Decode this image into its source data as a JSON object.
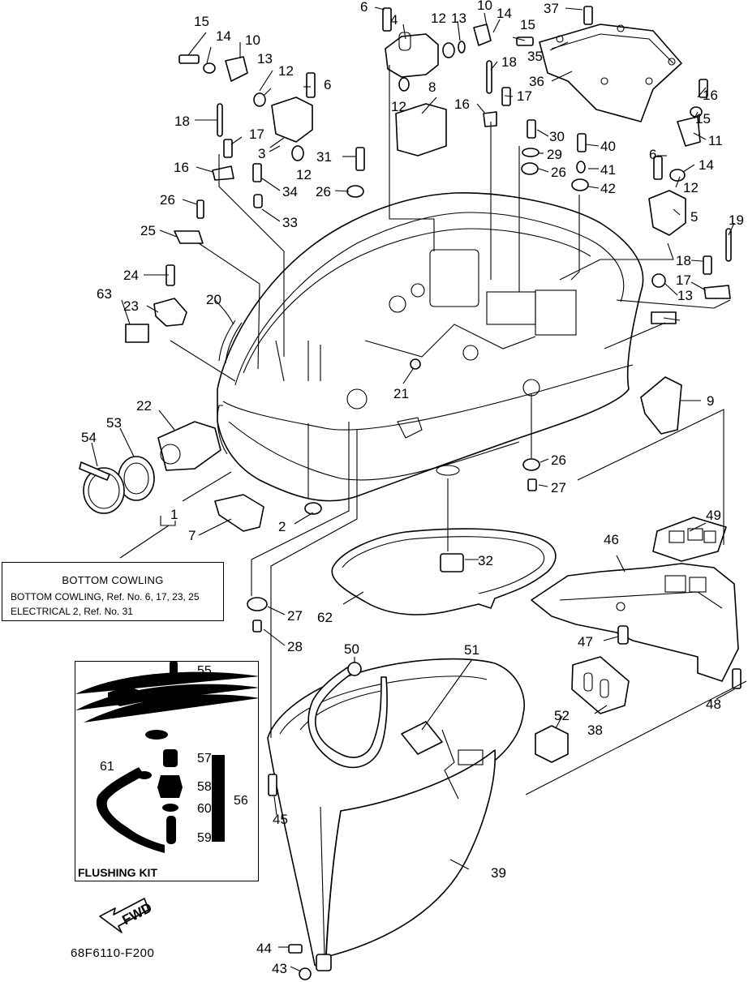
{
  "diagram": {
    "code": "68F6110-F200",
    "fwd_label": "FWD"
  },
  "info_box": {
    "title": "BOTTOM COWLING",
    "lines": [
      "BOTTOM COWLING,  Ref. No. 6, 17, 23, 25",
      "ELECTRICAL 2,  Ref. No. 31"
    ]
  },
  "flushing_kit": {
    "label": "FLUSHING KIT",
    "callouts": [
      "55",
      "56",
      "57",
      "58",
      "59",
      "60",
      "61"
    ]
  },
  "callouts": [
    "1",
    "2",
    "3",
    "4",
    "5",
    "6",
    "6",
    "6",
    "7",
    "8",
    "9",
    "10",
    "10",
    "11",
    "12",
    "12",
    "12",
    "12",
    "12",
    "13",
    "13",
    "13",
    "14",
    "14",
    "14",
    "15",
    "15",
    "15",
    "16",
    "16",
    "16",
    "17",
    "17",
    "17",
    "18",
    "18",
    "18",
    "19",
    "20",
    "21",
    "22",
    "23",
    "24",
    "25",
    "26",
    "26",
    "26",
    "26",
    "27",
    "27",
    "28",
    "29",
    "30",
    "31",
    "32",
    "33",
    "34",
    "35",
    "36",
    "37",
    "38",
    "39",
    "40",
    "41",
    "42",
    "43",
    "44",
    "45",
    "46",
    "47",
    "48",
    "49",
    "50",
    "51",
    "52",
    "53",
    "54",
    "62",
    "63"
  ]
}
